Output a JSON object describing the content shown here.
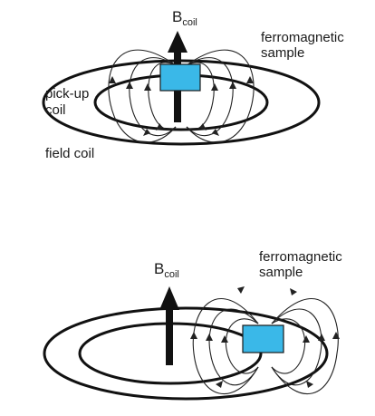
{
  "panels": [
    {
      "field_label_main": "B",
      "field_label_sub": "coil",
      "sample_label_line1": "ferromagnetic",
      "sample_label_line2": "sample",
      "pickup_label_line1": "pick-up",
      "pickup_label_line2": "coil",
      "field_coil_label": "field coil"
    },
    {
      "field_label_main": "B",
      "field_label_sub": "coil",
      "sample_label_line1": "ferromagnetic",
      "sample_label_line2": "sample"
    }
  ],
  "colors": {
    "sample_fill": "#3ab8e8",
    "sample_stroke": "#1a1a1a",
    "coil_stroke": "#111111",
    "field_arrow": "#111111"
  }
}
